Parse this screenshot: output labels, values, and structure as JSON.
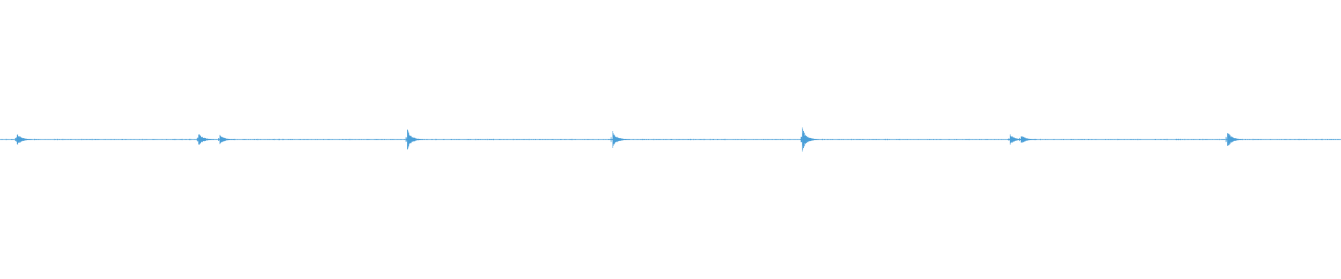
{
  "waveform": {
    "color": "#4a9fd8",
    "background": "#ffffff",
    "transients": [
      {
        "position": 0.0127,
        "amplitude": 0.55
      },
      {
        "position": 0.1482,
        "amplitude": 0.55
      },
      {
        "position": 0.164,
        "amplitude": 0.35
      },
      {
        "position": 0.3039,
        "amplitude": 0.8
      },
      {
        "position": 0.457,
        "amplitude": 0.65
      },
      {
        "position": 0.5983,
        "amplitude": 0.95
      },
      {
        "position": 0.7533,
        "amplitude": 0.4
      },
      {
        "position": 0.7615,
        "amplitude": 0.35
      },
      {
        "position": 0.9154,
        "amplitude": 0.7
      }
    ]
  }
}
